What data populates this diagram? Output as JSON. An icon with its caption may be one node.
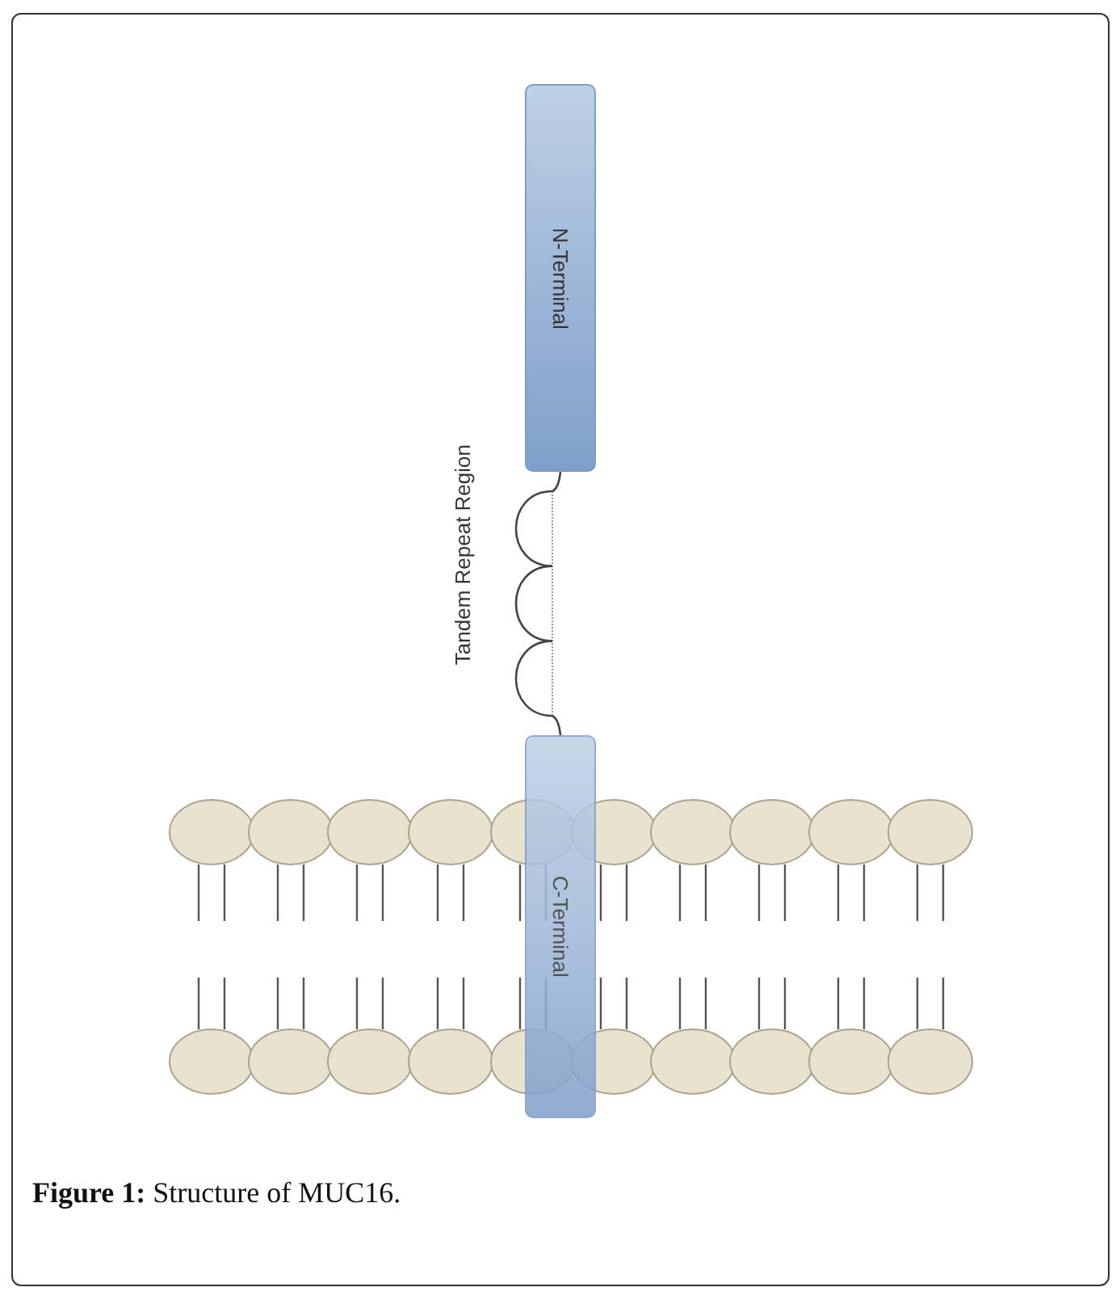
{
  "diagram": {
    "caption": "**Figure 1:** Structure of MUC16.",
    "nodes": [
      {
        "text": [
          "N-Terminal"
        ]
      },
      {
        "text": [
          "C-Terminal"
        ]
      }
    ],
    "edges": [
      {
        "from": 0,
        "to": 1,
        "arrow": "none",
        "label": "Tandem Repeat Region"
      }
    ]
  }
}
